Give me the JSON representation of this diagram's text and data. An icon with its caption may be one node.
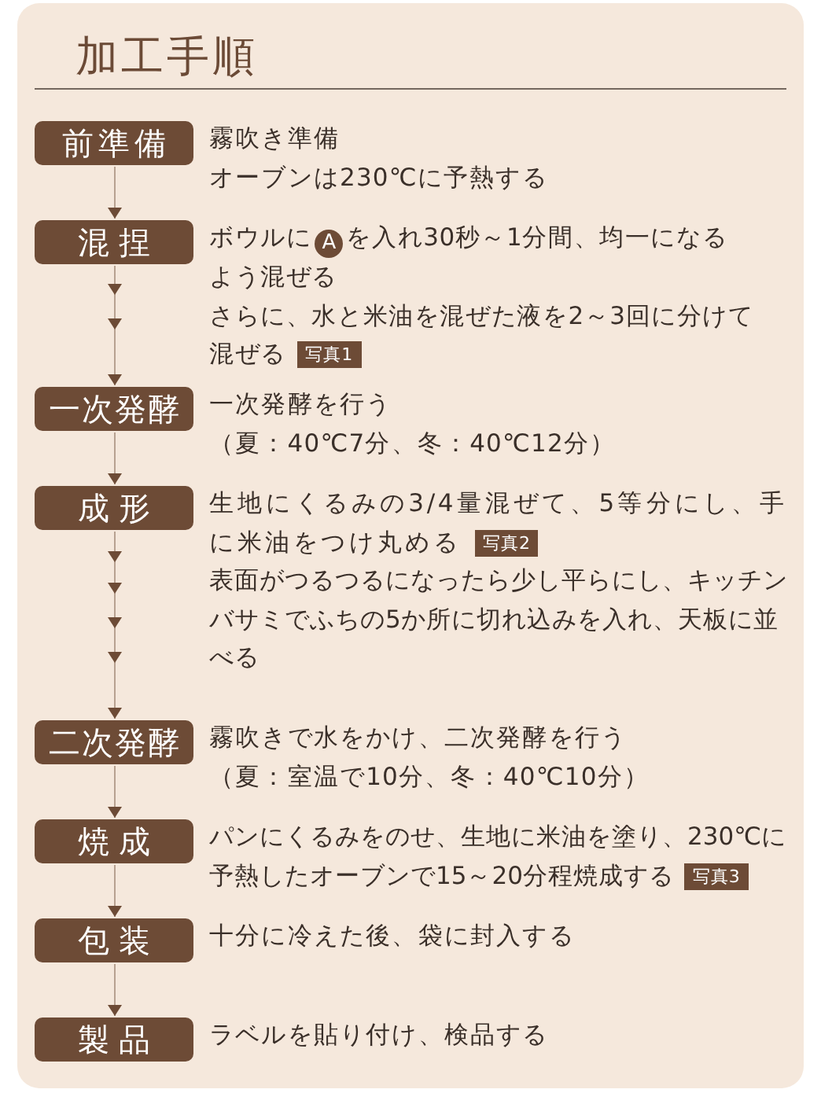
{
  "diagram": {
    "title": "加工手順",
    "nodes": [
      {
        "text": [
          "前準備"
        ],
        "beside": [
          "霧吹き準備",
          "オーブンは230℃に予熱する"
        ]
      },
      {
        "text": [
          "混捏"
        ],
        "beside": [
          "ボウルに**A**を入れ30秒～1分間、均一になるよう混ぜる",
          "さらに、水と米油を混ぜた液を2～3回に分けて混ぜる *写真1*"
        ]
      },
      {
        "text": [
          "一次発酵"
        ],
        "beside": [
          "一次発酵を行う",
          "（夏：40℃7分、冬：40℃12分）"
        ]
      },
      {
        "text": [
          "成形"
        ],
        "beside": [
          "生地にくるみの3/4量混ぜて、5等分にし、手に米油をつけ丸める *写真2*",
          "表面がつるつるになったら少し平らにし、キッチンバサミでふちの5か所に切れ込みを入れ、天板に並べる"
        ]
      },
      {
        "text": [
          "二次発酵"
        ],
        "beside": [
          "霧吹きで水をかけ、二次発酵を行う",
          "（夏：室温で10分、冬：40℃10分）"
        ]
      },
      {
        "text": [
          "焼成"
        ],
        "beside": [
          "パンにくるみをのせ、生地に米油を塗り、230℃に予熱したオーブンで15～20分程焼成する *写真3*"
        ]
      },
      {
        "text": [
          "包装"
        ],
        "beside": [
          "十分に冷えた後、袋に封入する"
        ]
      },
      {
        "text": [
          "製品"
        ],
        "beside": [
          "ラベルを貼り付け、検品する"
        ]
      }
    ],
    "edges": [
      {
        "from": 0,
        "to": 1,
        "arrow": "to"
      },
      {
        "from": 1,
        "to": 2,
        "arrow": "to"
      },
      {
        "from": 2,
        "to": 3,
        "arrow": "to"
      },
      {
        "from": 3,
        "to": 4,
        "arrow": "to"
      },
      {
        "from": 4,
        "to": 5,
        "arrow": "to"
      },
      {
        "from": 5,
        "to": 6,
        "arrow": "to"
      },
      {
        "from": 6,
        "to": 7,
        "arrow": "to"
      }
    ]
  }
}
